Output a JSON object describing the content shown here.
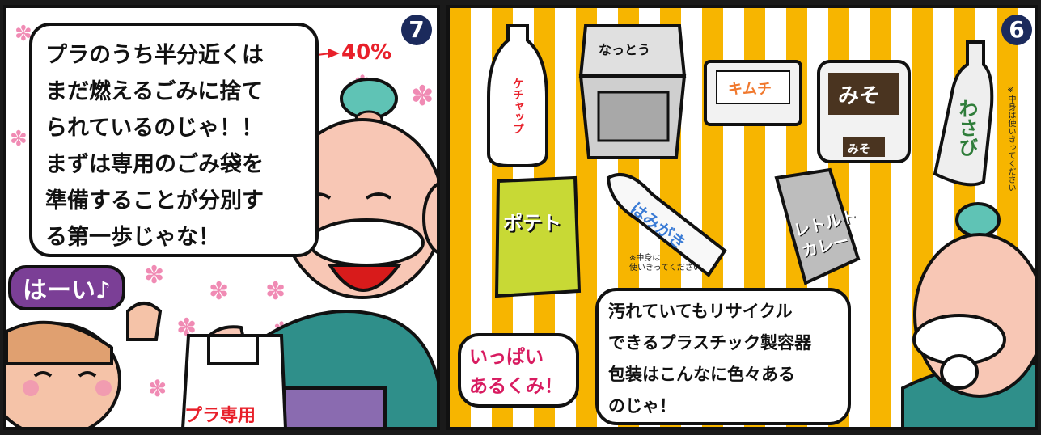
{
  "panel7": {
    "number": "7",
    "speech_lines": [
      "プラのうち半分近くは",
      "まだ燃えるごみに捨て",
      "られているのじゃ！！",
      "まずは専用のごみ袋を",
      "準備することが分別す",
      "る第一歩じゃな！"
    ],
    "percent": "40%",
    "girl_speech": "はーい♪",
    "bag_label": "プラ専用",
    "colors": {
      "blossom": "#f08bb4",
      "arrow": "#e8202a",
      "kimono": "#2f8f8a",
      "apron": "#8a6bb0",
      "bag_label": "#e8202a"
    }
  },
  "panel6": {
    "number": "6",
    "items": {
      "ketchup": "ケチャップ",
      "natto": "なっとう",
      "kimchi": "キムチ",
      "miso_top": "みそ",
      "miso_bottom": "みそ",
      "wasabi": "わさび",
      "potato": "ポテト",
      "mayo": "はみがき",
      "retort_top": "レトルト",
      "retort_bottom": "カレー"
    },
    "note_wasabi": "※中身は使いきってください",
    "note_tube": [
      "※中身は",
      "使いきってください"
    ],
    "girl_speech": [
      "いっぱい",
      "あるくみ！"
    ],
    "elder_speech": [
      "汚れていてもリサイクル",
      "できるプラスチック製容器",
      "包装はこんなに色々ある",
      "のじゃ！"
    ],
    "colors": {
      "stripe": "#f7b500",
      "kimchi": "#f0782d",
      "miso": "#4a3420",
      "girl_text": "#d81b60"
    }
  }
}
